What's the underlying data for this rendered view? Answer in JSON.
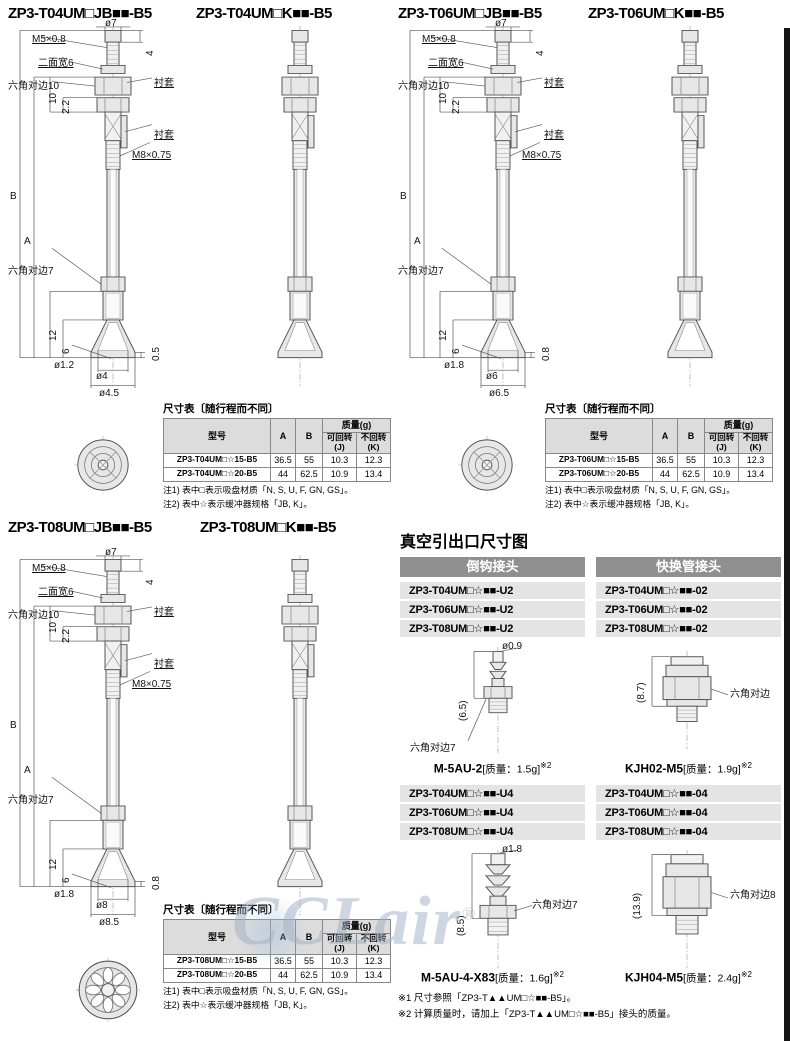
{
  "headers": {
    "t04_jb": "ZP3-T04UM□JB■■-B5",
    "t04_k": "ZP3-T04UM□K■■-B5",
    "t06_jb": "ZP3-T06UM□JB■■-B5",
    "t06_k": "ZP3-T06UM□K■■-B5",
    "t08_jb": "ZP3-T08UM□JB■■-B5",
    "t08_k": "ZP3-T08UM□K■■-B5"
  },
  "drawing_labels": {
    "common": {
      "thread_top": "M5×0.8",
      "dia_top": "ø7",
      "dim_top_h": "4",
      "flats6": "二面宽6",
      "hex10": "六角对边10",
      "bush": "衬套",
      "thread_mid": "M8×0.75",
      "dim_10": "10",
      "dim_2_2": "2.2",
      "dim_B": "B",
      "dim_A": "A",
      "hex7": "六角对边7",
      "dim_12": "12",
      "dim_6": "6"
    },
    "t04": {
      "dia_tip": "ø1.2",
      "lip": "0.5",
      "cup_outer": "ø4",
      "cup_rim": "ø4.5"
    },
    "t06": {
      "dia_tip": "ø1.8",
      "lip": "0.8",
      "cup_outer": "ø6",
      "cup_rim": "ø6.5"
    },
    "t08": {
      "dia_tip": "ø1.8",
      "lip": "0.8",
      "cup_outer": "ø8",
      "cup_rim": "ø8.5"
    }
  },
  "dim_tables": {
    "heading": "尺寸表〔随行程而不同〕",
    "columns": {
      "model": "型号",
      "a": "A",
      "b": "B",
      "mass": "质量(g)",
      "j": "可回转(J)",
      "k": "不回转(K)"
    },
    "notes": [
      "注1) 表中□表示吸盘材质「N, S, U, F, GN, GS」。",
      "注2) 表中☆表示缓冲器规格「JB, K」。"
    ],
    "t04": {
      "rows": [
        {
          "model": "ZP3-T04UM□☆15-B5",
          "a": "36.5",
          "b": "55",
          "j": "10.3",
          "k": "12.3"
        },
        {
          "model": "ZP3-T04UM□☆20-B5",
          "a": "44",
          "b": "62.5",
          "j": "10.9",
          "k": "13.4"
        }
      ]
    },
    "t06": {
      "rows": [
        {
          "model": "ZP3-T06UM□☆15-B5",
          "a": "36.5",
          "b": "55",
          "j": "10.3",
          "k": "12.3"
        },
        {
          "model": "ZP3-T06UM□☆20-B5",
          "a": "44",
          "b": "62.5",
          "j": "10.9",
          "k": "13.4"
        }
      ]
    },
    "t08": {
      "rows": [
        {
          "model": "ZP3-T08UM□☆15-B5",
          "a": "36.5",
          "b": "55",
          "j": "10.3",
          "k": "12.3"
        },
        {
          "model": "ZP3-T08UM□☆20-B5",
          "a": "44",
          "b": "62.5",
          "j": "10.9",
          "k": "13.4"
        }
      ]
    }
  },
  "port_section": {
    "title": "真空引出口尺寸图",
    "barb": {
      "header": "倒钩接头",
      "g1": {
        "models": [
          "ZP3-T04UM□☆■■-U2",
          "ZP3-T06UM□☆■■-U2",
          "ZP3-T08UM□☆■■-U2"
        ],
        "dia": "ø0.9",
        "height": "(6.5)",
        "hex": "六角对边7",
        "name": "M-5AU-2",
        "mass": "[质量：1.5g]",
        "ref": "※2"
      },
      "g2": {
        "models": [
          "ZP3-T04UM□☆■■-U4",
          "ZP3-T06UM□☆■■-U4",
          "ZP3-T08UM□☆■■-U4"
        ],
        "dia": "ø1.8",
        "height": "(8.5)",
        "hex": "六角对边7",
        "name": "M-5AU-4-X83",
        "mass": "[质量：1.6g]",
        "ref": "※2"
      }
    },
    "quick": {
      "header": "快换管接头",
      "g1": {
        "models": [
          "ZP3-T04UM□☆■■-02",
          "ZP3-T06UM□☆■■-02",
          "ZP3-T08UM□☆■■-02"
        ],
        "height": "(8.7)",
        "hex": "六角对边",
        "name": "KJH02-M5",
        "mass": "[质量：1.9g]",
        "ref": "※2"
      },
      "g2": {
        "models": [
          "ZP3-T04UM□☆■■-04",
          "ZP3-T06UM□☆■■-04",
          "ZP3-T08UM□☆■■-04"
        ],
        "height": "(13.9)",
        "hex": "六角对边8",
        "name": "KJH04-M5",
        "mass": "[质量：2.4g]",
        "ref": "※2"
      }
    },
    "footnotes": [
      "※1 尺寸参照「ZP3-T▲▲UM□☆■■-B5」。",
      "※2 计算质量时，请加上「ZP3-T▲▲UM□☆■■-B5」接头的质量。"
    ]
  },
  "watermark": {
    "text": "CCLair",
    "reg": "®"
  },
  "colors": {
    "header_bar": "#8f8f8f",
    "model_box_bg": "#e4e4e4",
    "table_header_bg": "#dcdcdc",
    "edge_bar": "#151515"
  }
}
